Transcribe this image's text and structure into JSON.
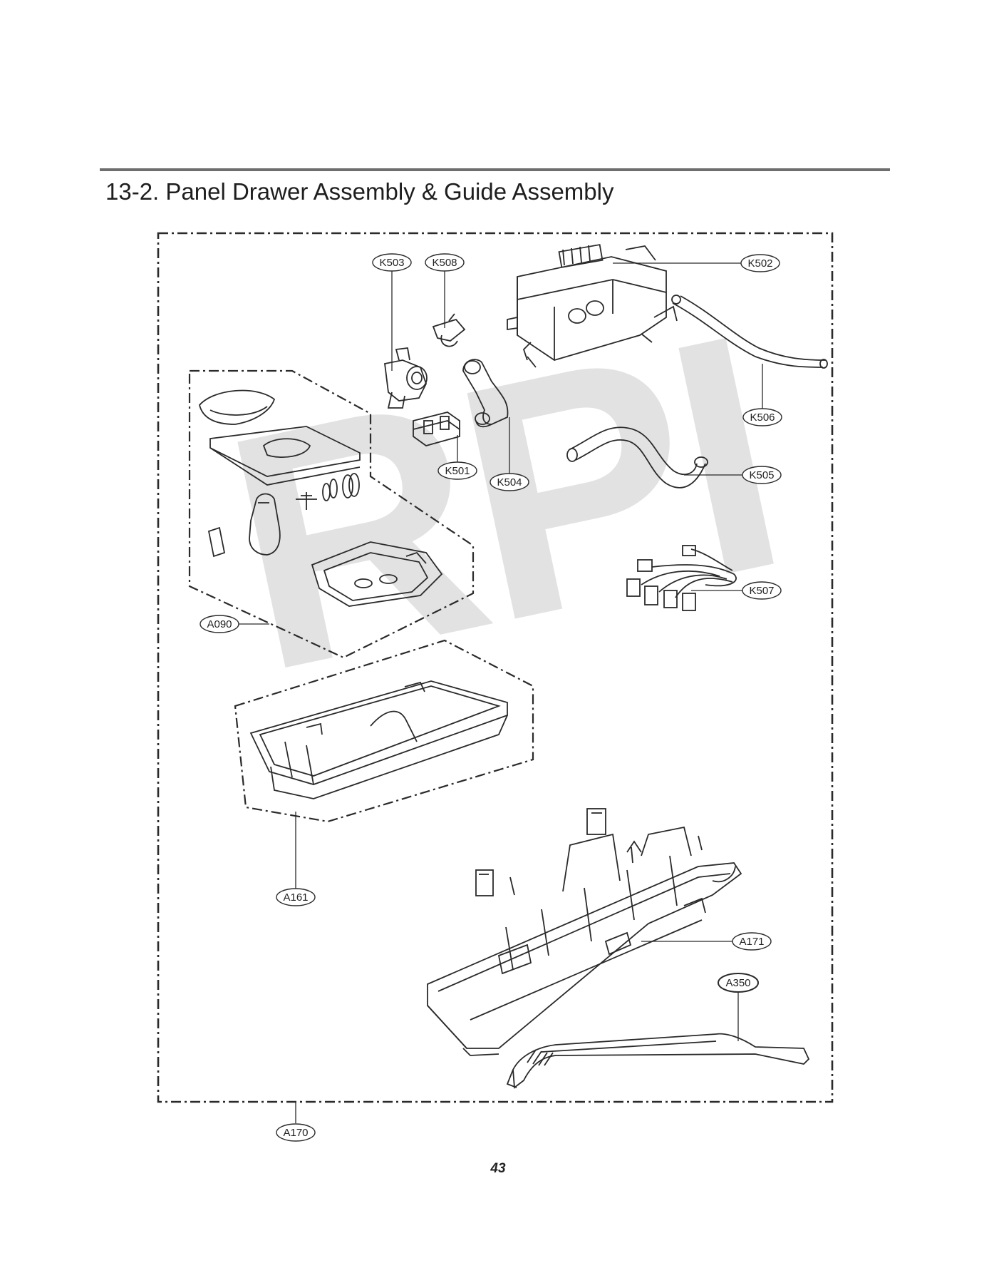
{
  "header": {
    "title": "13-2. Panel Drawer Assembly & Guide Assembly"
  },
  "watermark": "RPI",
  "page_number": "43",
  "callouts": {
    "k503": "K503",
    "k508": "K508",
    "k502": "K502",
    "k506": "K506",
    "k501": "K501",
    "k504": "K504",
    "k505": "K505",
    "k507": "K507",
    "a090": "A090",
    "a161": "A161",
    "a171": "A171",
    "a350": "A350",
    "a170": "A170"
  }
}
